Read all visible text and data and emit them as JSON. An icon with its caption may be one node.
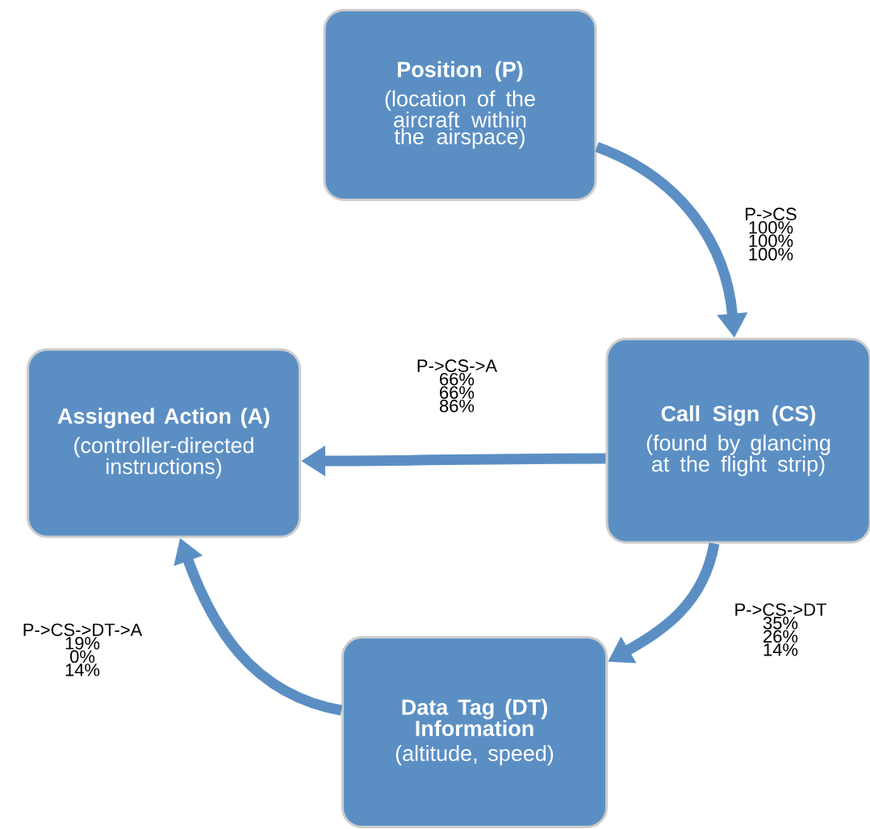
{
  "diagram": {
    "nodes": [
      {
        "text": [
          "Position (P)",
          "(location of the aircraft within the airspace)"
        ]
      },
      {
        "text": [
          "Call Sign (CS)",
          "(found by glancing at the flight strip)"
        ]
      },
      {
        "text": [
          "Assigned Action (A)",
          "(controller-directed instructions)"
        ]
      },
      {
        "text": [
          "Data Tag (DT) Information",
          "(altitude, speed)"
        ]
      }
    ],
    "edges": [
      {
        "from": 0,
        "to": 1,
        "arrow": "to",
        "label": "P->CS 100% 100% 100%"
      },
      {
        "from": 1,
        "to": 2,
        "arrow": "to",
        "label": "P->CS->A 66% 66% 86%"
      },
      {
        "from": 1,
        "to": 3,
        "arrow": "to",
        "label": "P->CS->DT 35% 26% 14%"
      },
      {
        "from": 3,
        "to": 2,
        "arrow": "to",
        "label": "P->CS->DT->A 19% 0% 14%"
      }
    ]
  }
}
